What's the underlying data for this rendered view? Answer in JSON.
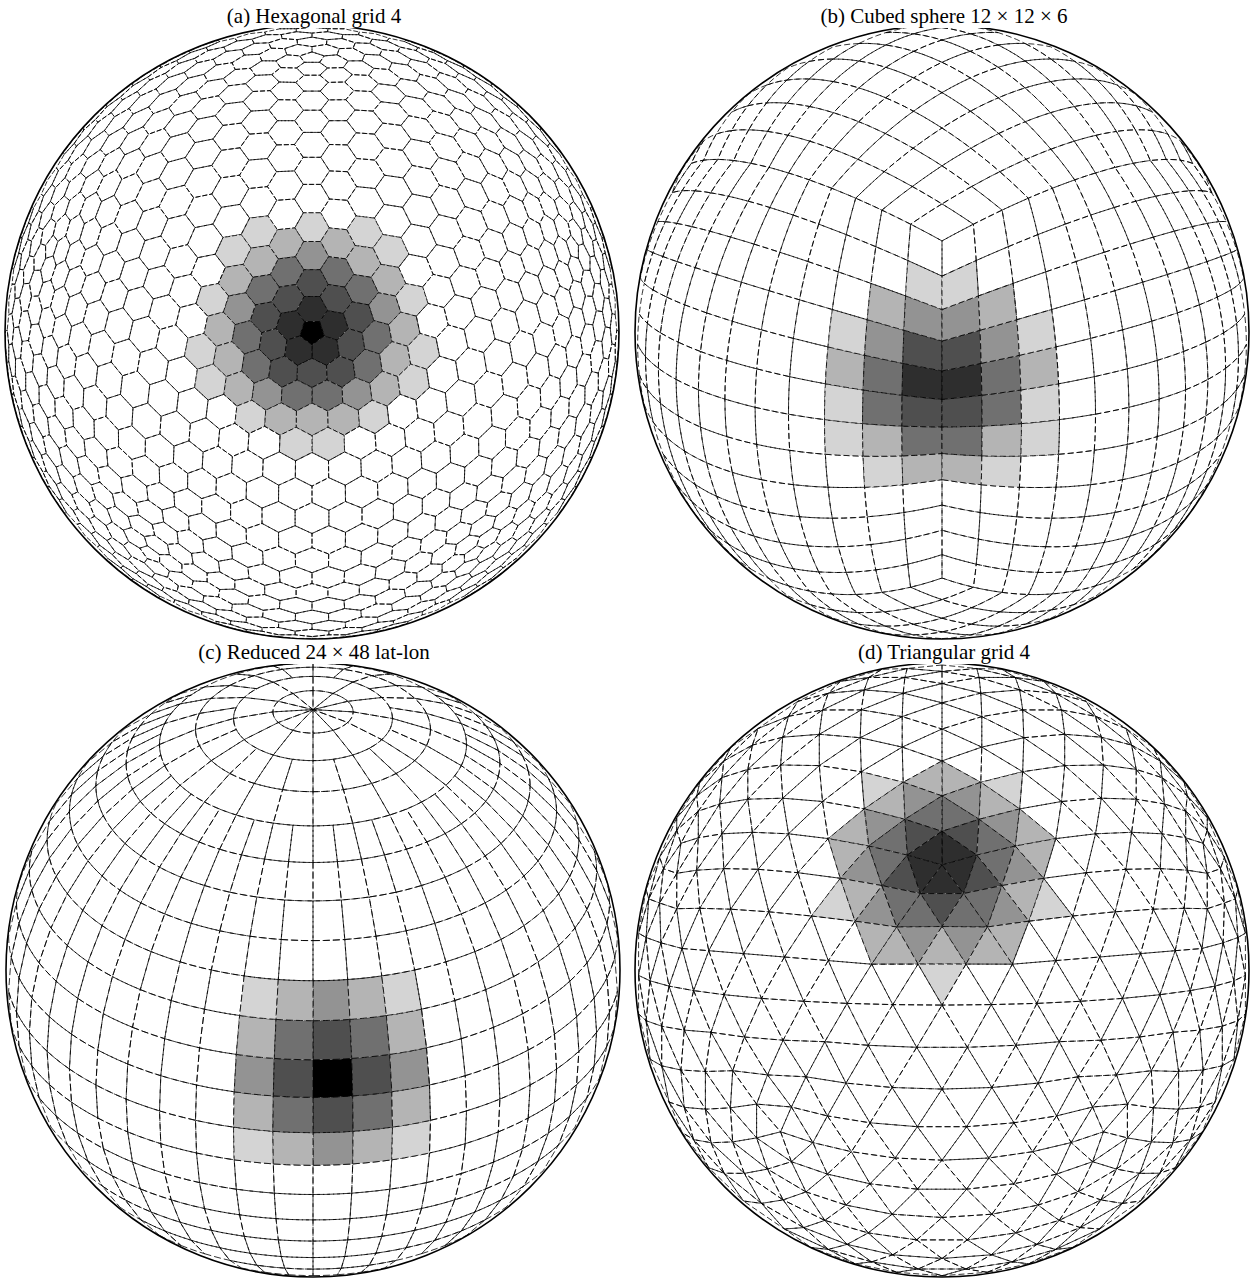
{
  "diagram": {
    "labels": [
      "(a) Hexagonal grid 4",
      "(b) Cubed sphere 12 × 12 × 6",
      "(c) Reduced 24 × 48 lat-lon",
      "(d) Triangular grid 4"
    ]
  }
}
